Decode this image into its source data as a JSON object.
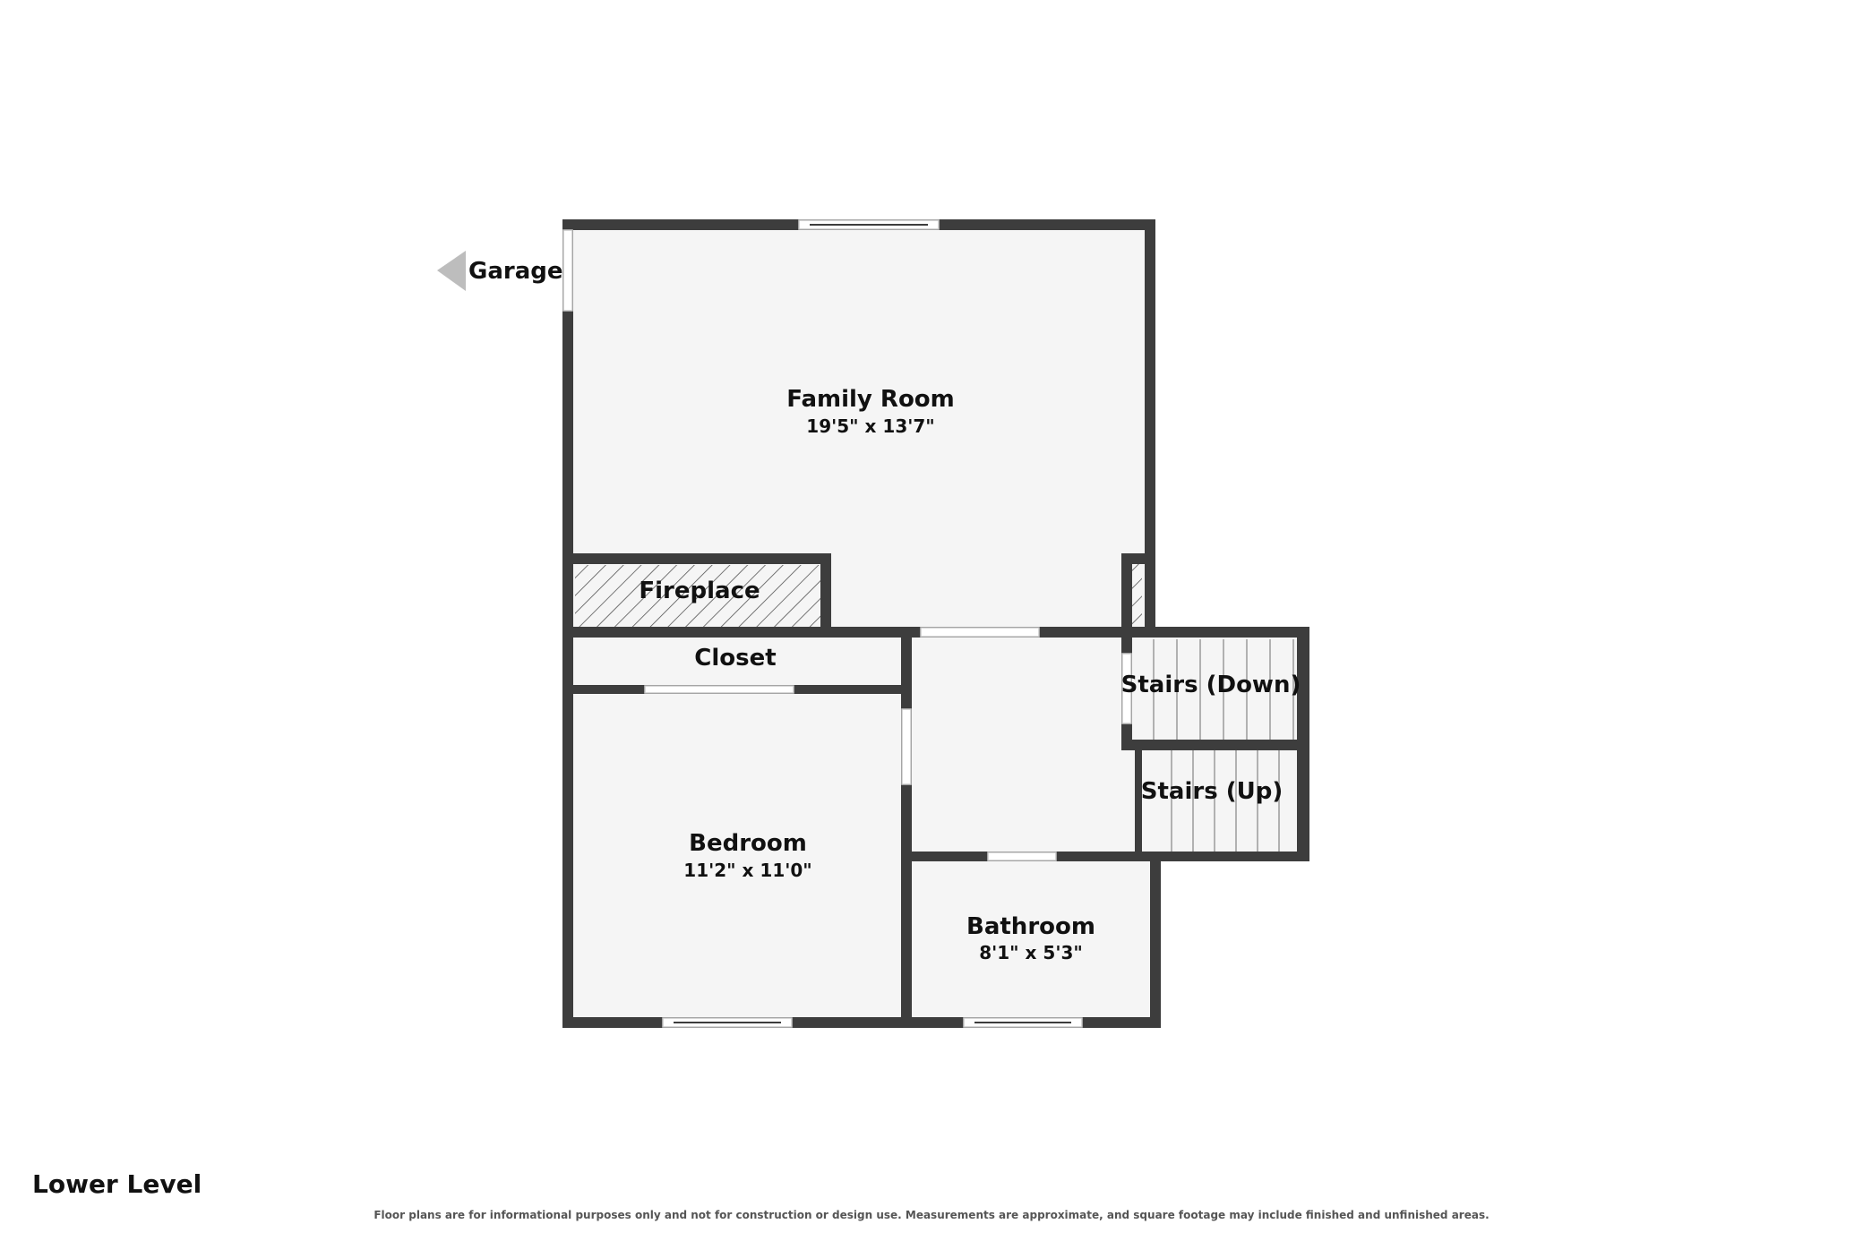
{
  "rooms": {
    "family_room": {
      "name": "Family Room",
      "dims": "19'5\" x 13'7\""
    },
    "fireplace": {
      "name": "Fireplace"
    },
    "closet": {
      "name": "Closet"
    },
    "bedroom": {
      "name": "Bedroom",
      "dims": "11'2\" x 11'0\""
    },
    "bathroom": {
      "name": "Bathroom",
      "dims": "8'1\" x 5'3\""
    },
    "stairs_down": {
      "name": "Stairs (Down)"
    },
    "stairs_up": {
      "name": "Stairs (Up)"
    }
  },
  "garage_label": "Garage",
  "level_title": "Lower Level",
  "disclaimer": "Floor plans are for informational purposes only and not for construction or design use. Measurements are approximate, and square footage may include finished and unfinished areas.",
  "colors": {
    "wall": "#3d3d3d",
    "floor": "#f5f5f5",
    "arrow": "#bdbdbd"
  }
}
